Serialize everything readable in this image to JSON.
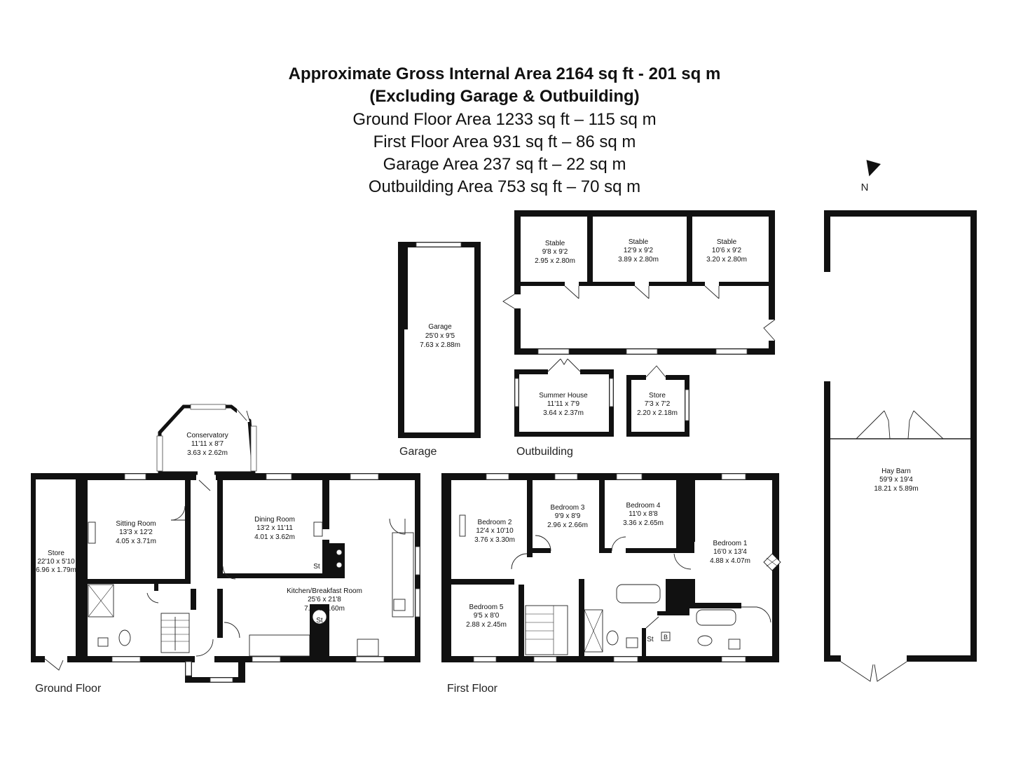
{
  "header": {
    "line1": "Approximate Gross Internal Area 2164 sq ft - 201 sq m",
    "line2": "(Excluding Garage & Outbuilding)",
    "line3": "Ground Floor Area 1233 sq ft – 115 sq m",
    "line4": "First Floor Area 931 sq ft – 86 sq m",
    "line5": "Garage Area 237 sq ft – 22 sq m",
    "line6": "Outbuilding Area 753 sq ft – 70 sq m"
  },
  "compass": {
    "label": "N"
  },
  "floor_labels": {
    "ground": "Ground Floor",
    "first": "First Floor",
    "garage": "Garage",
    "outbuilding": "Outbuilding"
  },
  "rooms": {
    "stable1": {
      "name": "Stable",
      "imperial": "9'8 x 9'2",
      "metric": "2.95 x 2.80m"
    },
    "stable2": {
      "name": "Stable",
      "imperial": "12'9 x 9'2",
      "metric": "3.89 x 2.80m"
    },
    "stable3": {
      "name": "Stable",
      "imperial": "10'6 x 9'2",
      "metric": "3.20 x 2.80m"
    },
    "garage": {
      "name": "Garage",
      "imperial": "25'0 x 9'5",
      "metric": "7.63 x 2.88m"
    },
    "summer_house": {
      "name": "Summer House",
      "imperial": "11'11 x 7'9",
      "metric": "3.64 x 2.37m"
    },
    "store_out": {
      "name": "Store",
      "imperial": "7'3 x 7'2",
      "metric": "2.20 x 2.18m"
    },
    "hay_barn": {
      "name": "Hay Barn",
      "imperial": "59'9 x 19'4",
      "metric": "18.21 x 5.89m"
    },
    "conservatory": {
      "name": "Conservatory",
      "imperial": "11'11 x 8'7",
      "metric": "3.63 x 2.62m"
    },
    "store_ground": {
      "name": "Store",
      "imperial": "22'10 x 5'10",
      "metric": "6.96 x 1.79m"
    },
    "sitting_room": {
      "name": "Sitting Room",
      "imperial": "13'3 x 12'2",
      "metric": "4.05 x 3.71m"
    },
    "dining_room": {
      "name": "Dining Room",
      "imperial": "13'2 x 11'11",
      "metric": "4.01 x 3.62m"
    },
    "kitchen": {
      "name": "Kitchen/Breakfast Room",
      "imperial": "25'6 x 21'8",
      "metric": "7.76 x 6.60m"
    },
    "bedroom2": {
      "name": "Bedroom 2",
      "imperial": "12'4 x 10'10",
      "metric": "3.76 x 3.30m"
    },
    "bedroom3": {
      "name": "Bedroom 3",
      "imperial": "9'9 x 8'9",
      "metric": "2.96 x 2.66m"
    },
    "bedroom4": {
      "name": "Bedroom 4",
      "imperial": "11'0 x 8'8",
      "metric": "3.36 x 2.65m"
    },
    "bedroom1": {
      "name": "Bedroom 1",
      "imperial": "16'0 x 13'4",
      "metric": "4.88 x 4.07m"
    },
    "bedroom5": {
      "name": "Bedroom 5",
      "imperial": "9'5 x 8'0",
      "metric": "2.88 x 2.45m"
    }
  },
  "small_labels": {
    "st_ground_dining": "St",
    "st_ground_kitchen": "St",
    "st_first": "St",
    "boiler_first": "B"
  }
}
